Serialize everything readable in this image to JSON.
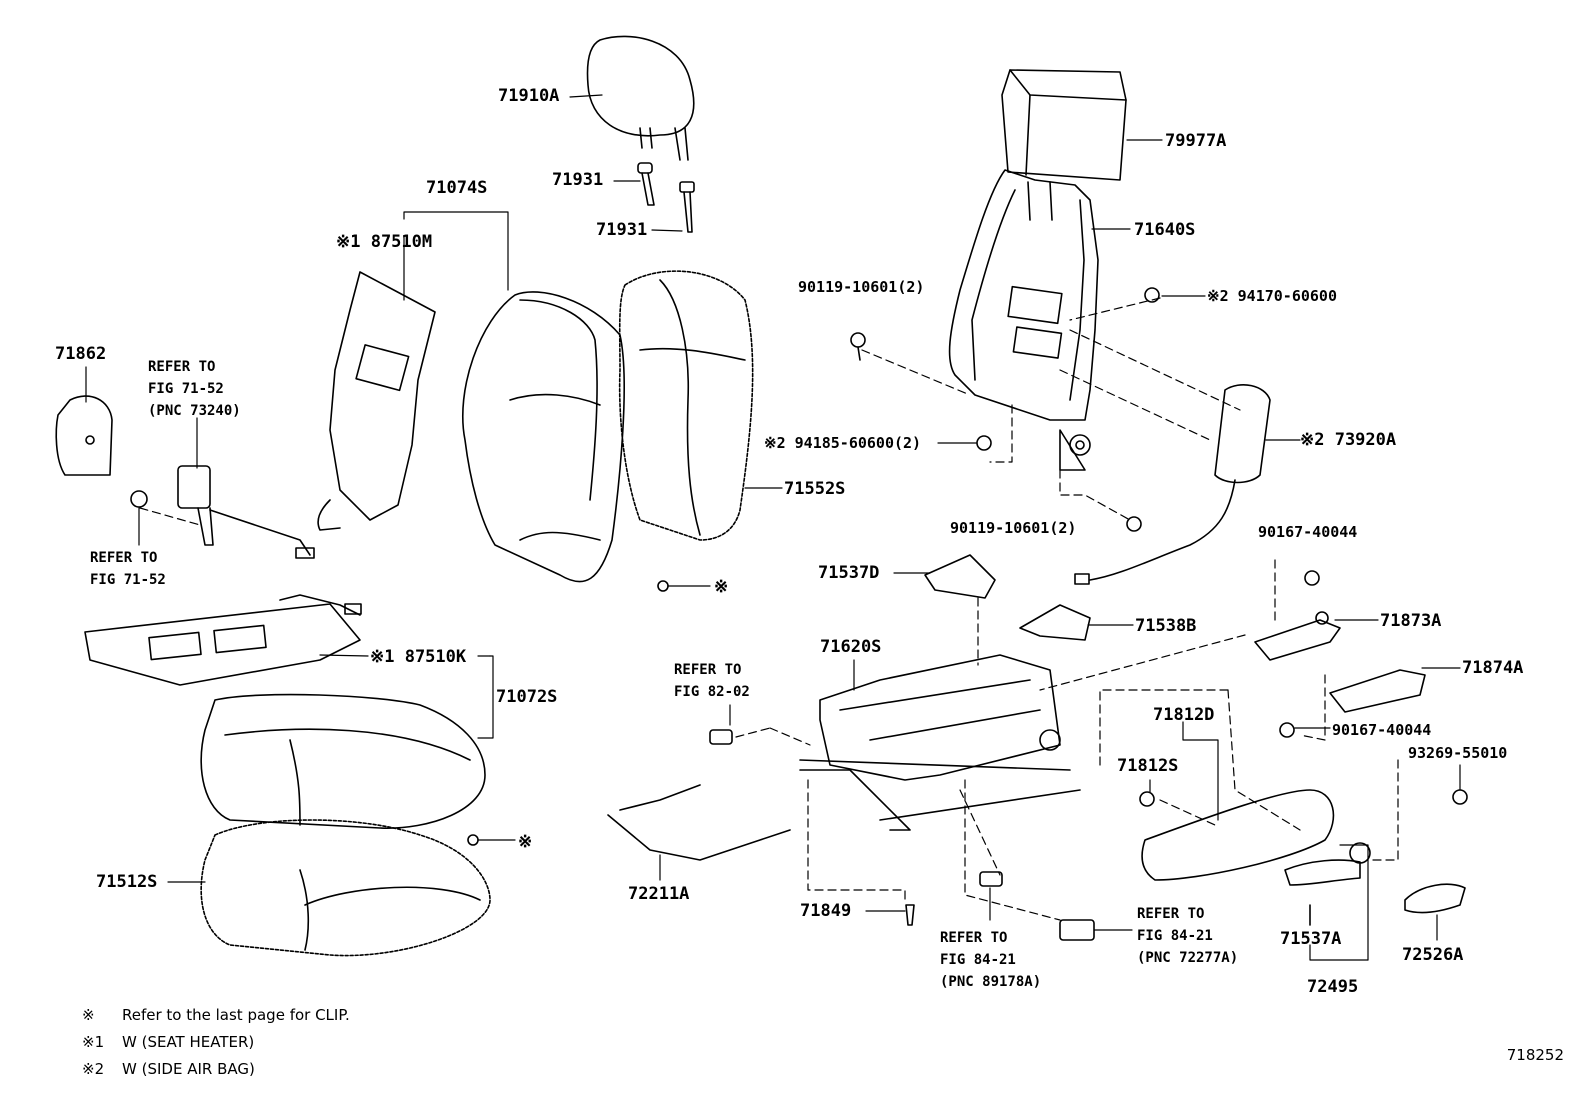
{
  "parts": {
    "p71910A": "71910A",
    "p71931a": "71931",
    "p71931b": "71931",
    "p71074S": "71074S",
    "p87510M": "※1 87510M",
    "p79977A": "79977A",
    "p71640S": "71640S",
    "p90119a": "90119-10601(2)",
    "p94170": "※2 94170-60600",
    "p71862": "71862",
    "p94185": "※2 94185-60600(2)",
    "p73920A": "※2 73920A",
    "p71552S": "71552S",
    "p90119b": "90119-10601(2)",
    "p90167a": "90167-40044",
    "p71537D": "71537D",
    "p71538B": "71538B",
    "p71873A": "71873A",
    "p87510K": "※1 87510K",
    "p71072S": "71072S",
    "p71620S": "71620S",
    "p71874A": "71874A",
    "p71812D": "71812D",
    "p90167b": "90167-40044",
    "p71812S": "71812S",
    "p93269": "93269-55010",
    "p71512S": "71512S",
    "p72211A": "72211A",
    "p71849": "71849",
    "p71537A": "71537A",
    "p72526A": "72526A",
    "p72495": "72495",
    "clip1": "※",
    "clip2": "※"
  },
  "refs": {
    "r1": "REFER TO\nFIG 71-52\n(PNC 73240)",
    "r2": "REFER TO\nFIG 71-52",
    "r3": "REFER TO\nFIG 82-02",
    "r4": "REFER TO\nFIG 84-21\n(PNC 89178A)",
    "r5": "REFER TO\nFIG 84-21\n(PNC 72277A)"
  },
  "notes": [
    {
      "mark": "※",
      "text": "Refer to the last page for CLIP."
    },
    {
      "mark": "※1",
      "text": "W (SEAT  HEATER)"
    },
    {
      "mark": "※2",
      "text": "W (SIDE AIR BAG)"
    }
  ],
  "figure_number": "718252"
}
